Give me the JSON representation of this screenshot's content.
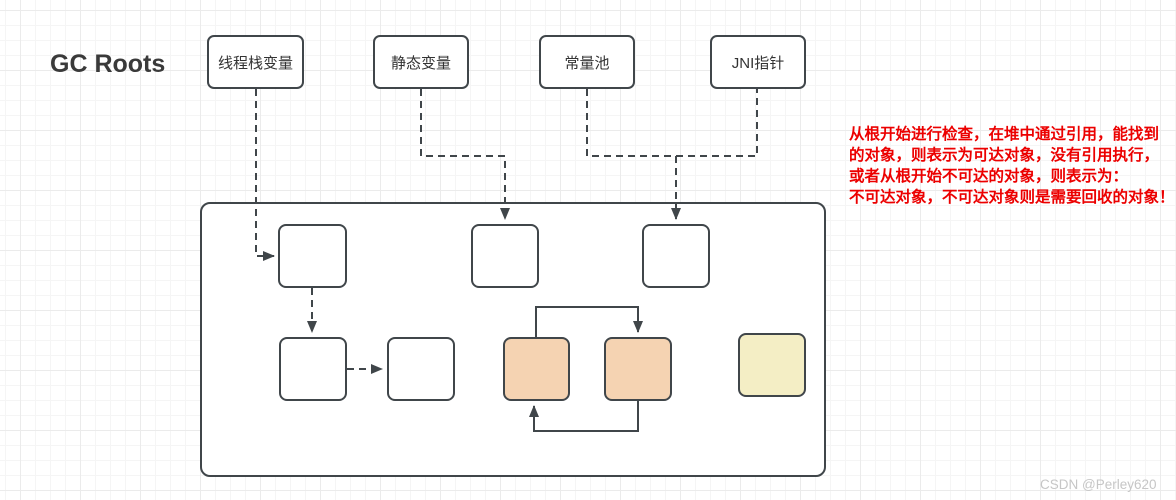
{
  "title": "GC Roots",
  "gc_roots": [
    {
      "label": "线程栈变量"
    },
    {
      "label": "静态变量"
    },
    {
      "label": "常量池"
    },
    {
      "label": "JNI指针"
    }
  ],
  "heap": {
    "objects": [
      {
        "id": "obj-a",
        "state": "reachable"
      },
      {
        "id": "obj-b",
        "state": "reachable"
      },
      {
        "id": "obj-c",
        "state": "reachable"
      },
      {
        "id": "obj-d",
        "state": "reachable"
      },
      {
        "id": "obj-e",
        "state": "reachable"
      },
      {
        "id": "obj-f",
        "state": "unreachable-cycle"
      },
      {
        "id": "obj-g",
        "state": "unreachable-cycle"
      },
      {
        "id": "obj-h",
        "state": "unreachable-isolated"
      }
    ]
  },
  "annotation": {
    "lines": [
      "从根开始进行检查，在堆中通过引用，能找到",
      "的对象，则表示为可达对象，没有引用执行，",
      "或者从根开始不可达的对象，则表示为：",
      "不可达对象，不可达对象则是需要回收的对象！"
    ]
  },
  "watermark": "CSDN @Perley620",
  "colors": {
    "stroke": "#40464a",
    "grid_minor": "#f5f5f5",
    "grid_major": "#ebebeb",
    "reachable_fill": "#ffffff",
    "cycle_fill": "#f5d3b2",
    "isolated_fill": "#f4eec5",
    "annotation_red": "#ec0000"
  }
}
